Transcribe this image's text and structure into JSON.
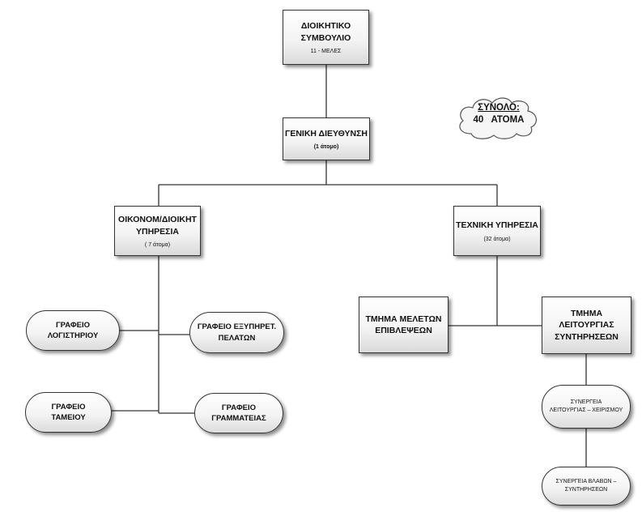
{
  "board": {
    "title": "ΔΙΟΙΚΗΤΙΚΟ\nΣΥΜΒΟΥΛΙΟ",
    "members": "11 - ΜΕΛΕΣ"
  },
  "general_management": {
    "title": "ΓΕΝΙΚΗ ΔΙΕΥΘΥΝΣΗ",
    "staff": "(1 άτομο)"
  },
  "admin_finance": {
    "title": "ΟΙΚΟΝΟΜ/ΔΙΟΙΚΗΤ\nΥΠΗΡΕΣΙΑ",
    "staff": "( 7 άτομα)"
  },
  "technical": {
    "title": "ΤΕΧΝΙΚΗ ΥΠΗΡΕΣΙΑ",
    "staff": "(32 άτομα)"
  },
  "offices": {
    "accounting": "ΓΡΑΦΕΙΟ\nΛΟΓΙΣΤΗΡΙΟΥ",
    "customer_service": "ΓΡΑΦΕΙΟ ΕΞΥΠΗΡΕΤ.\nΠΕΛΑΤΩΝ",
    "treasury": "ΓΡΑΦΕΙΟ\nΤΑΜΕΙΟΥ",
    "secretariat": "ΓΡΑΦΕΙΟ\nΓΡΑΜΜΑΤΕΙΑΣ"
  },
  "studies_dept": "ΤΜΗΜΑ ΜΕΛΕΤΩΝ\nΕΠΙΒΛΕΨΕΩΝ",
  "operations_dept": "ΤΜΗΜΑ ΛΕΙΤΟΥΡΓΙΑΣ\nΣΥΝΤΗΡΗΣΕΩΝ",
  "crews": {
    "operation": "ΣΥΝΕΡΓΕΙΑ\nΛΕΙΤΟΥΡΓΙΑΣ – ΧΕΙΡΙΣΜΟΥ",
    "repairs": "ΣΥΝΕΡΓΕΙΑ ΒΛΑΒΩΝ –\nΣΥΝΤΗΡΗΣΕΩΝ"
  },
  "total": {
    "label": "ΣΥΝΟΛΟ:",
    "value": "40   ΑΤΟΜΑ"
  },
  "colors": {
    "line": "#333333",
    "border": "#333333",
    "fill_top": "#ffffff",
    "fill_bottom": "#dadada"
  }
}
